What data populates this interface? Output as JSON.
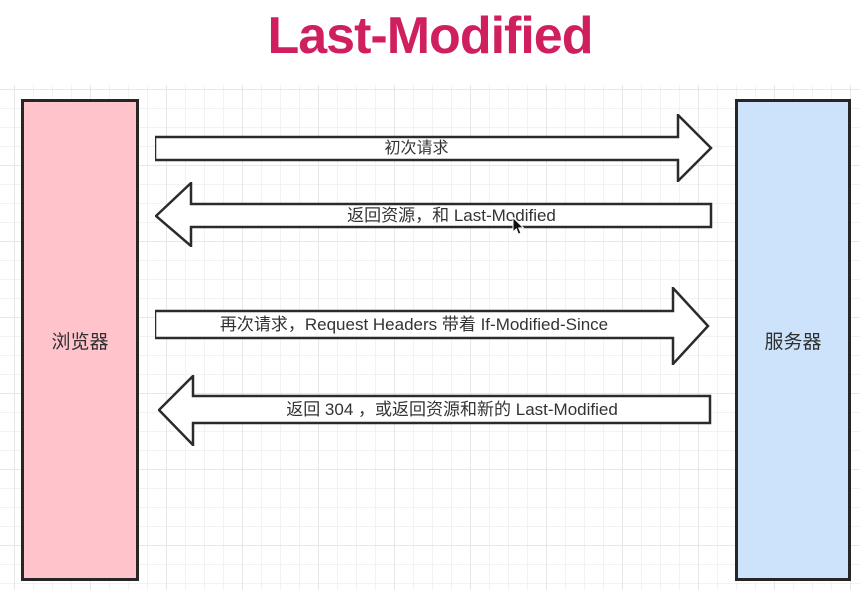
{
  "title": "Last-Modified",
  "colors": {
    "title": "#d01f5f",
    "browser_fill": "#ffc3cc",
    "server_fill": "#cde3fb",
    "arrow_stroke": "#2b2b2b",
    "arrow_fill": "#ffffff"
  },
  "actors": {
    "browser": {
      "label": "浏览器"
    },
    "server": {
      "label": "服务器"
    }
  },
  "messages": [
    {
      "label": "初次请求",
      "direction": "right",
      "from": "browser",
      "to": "server"
    },
    {
      "label": "返回资源，和 Last-Modified",
      "direction": "left",
      "from": "server",
      "to": "browser"
    },
    {
      "label": "再次请求，Request Headers 带着 If-Modified-Since",
      "direction": "right",
      "from": "browser",
      "to": "server"
    },
    {
      "label": "返回 304 ，或返回资源和新的 Last-Modified",
      "direction": "left",
      "from": "server",
      "to": "browser"
    }
  ],
  "cursor": {
    "icon": "mouse-pointer-icon"
  }
}
